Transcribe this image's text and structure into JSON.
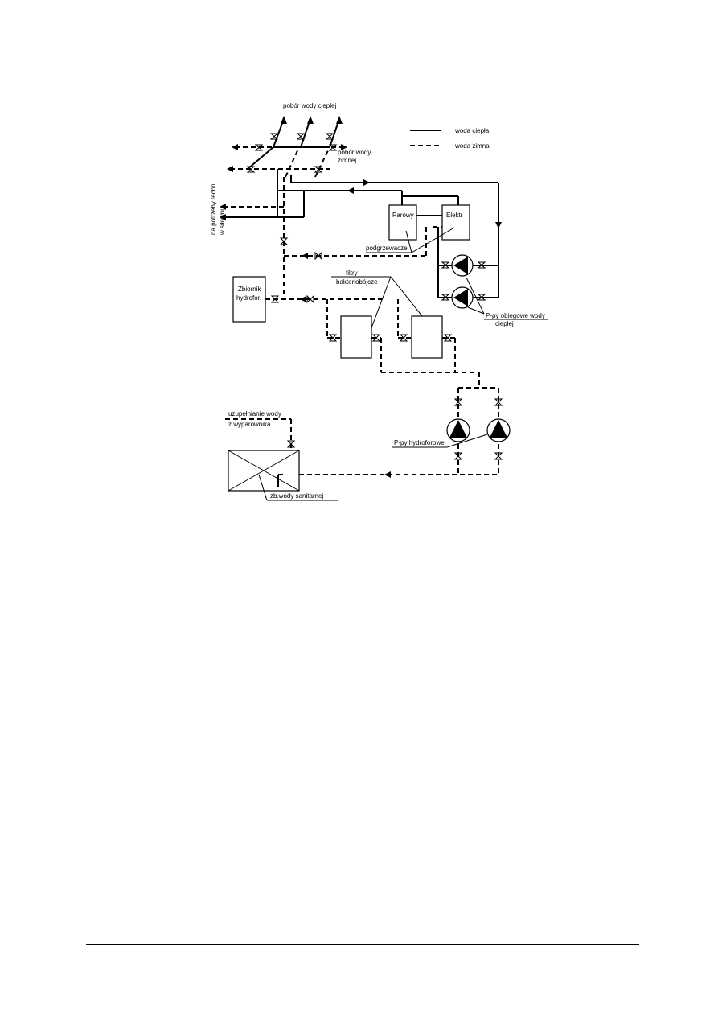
{
  "labels": {
    "hot_draw": "pobór wody ciepłej",
    "cold_draw_1": "pobór wody",
    "cold_draw_2": "zimnej",
    "tech_needs_1": "na potrzeby techn.",
    "tech_needs_2": "w siłowni",
    "heaters": "podgrzewacze",
    "filters_1": "filtry",
    "filters_2": "bakteriobójcze",
    "circ_pumps_1": "P-py obiegowe wody",
    "circ_pumps_2": "ciepłej",
    "makeup_1": "uzupełnianie wody",
    "makeup_2": "z wyparownika",
    "hydro_pumps": "P-py hydroforowe",
    "sanitary_tank": "zb.wody sanitarnej"
  },
  "boxes": {
    "steam_heater": "Parowy",
    "electric_heater": "Elektr",
    "hydro_tank_1": "Zbiornik",
    "hydro_tank_2": "hydrofor."
  },
  "legend": {
    "hot": "woda ciepła",
    "cold": "woda zimna"
  }
}
